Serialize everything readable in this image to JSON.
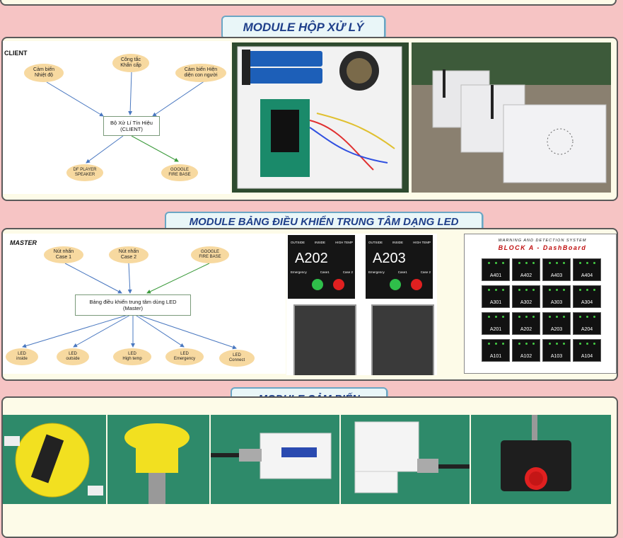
{
  "sections": {
    "processor": {
      "title": "MODULE HỘP XỬ LÝ"
    },
    "led_board": {
      "title": "MODULE BẢNG ĐIỀU KHIỂN TRUNG TÂM DẠNG LED"
    },
    "sensor": {
      "title": "MODULE CẢM BIẾN"
    }
  },
  "client_diagram": {
    "label": "CLIENT",
    "center": "Bộ Xử Lí Tín Hiệu\n(CLIENT)",
    "inputs": [
      "Cảm biến\nNhiệt độ",
      "Công tắc\nKhẩn cấp",
      "Cảm biến Hiện\ndiện con người"
    ],
    "outputs": [
      "DF PLAYER\nSPEAKER",
      "GOOGLE\nFIRE BASE"
    ]
  },
  "master_diagram": {
    "label": "MASTER",
    "center": "Bảng điều khiển trung tâm dùng LED\n(Master)",
    "inputs": [
      "Nút nhấn\nCase 1",
      "Nút nhấn\nCase 2",
      "GOOGLE\nFIRE BASE"
    ],
    "outputs": [
      "LED\ninside",
      "LED\noutside",
      "LED\nHigh temp",
      "LED\nEmergency",
      "LED\nConnect"
    ]
  },
  "panels": [
    {
      "room": "A202",
      "labels": [
        "OUTSIDE",
        "INSIDE",
        "HIGH TEMP"
      ],
      "buttons": [
        "Emergency",
        "Case1",
        "Case 2"
      ]
    },
    {
      "room": "A203",
      "labels": [
        "OUTSIDE",
        "INSIDE",
        "HIGH TEMP"
      ],
      "buttons": [
        "Emergency",
        "Case1",
        "Case 2"
      ]
    }
  ],
  "dashboard": {
    "header": "WARNING AND DETECTION SYSTEM",
    "title": "BLOCK A - DashBoard",
    "rooms": [
      "A401",
      "A402",
      "A403",
      "A404",
      "A301",
      "A302",
      "A303",
      "A304",
      "A201",
      "A202",
      "A203",
      "A204",
      "A101",
      "A102",
      "A103",
      "A104"
    ]
  },
  "colors": {
    "background": "#f6c4c4",
    "panel": "#fdfbe8",
    "title_text": "#1f3f8a",
    "node": "#f7d9a0",
    "arrow_blue": "#4a78c0",
    "arrow_green": "#3a9a3a"
  }
}
